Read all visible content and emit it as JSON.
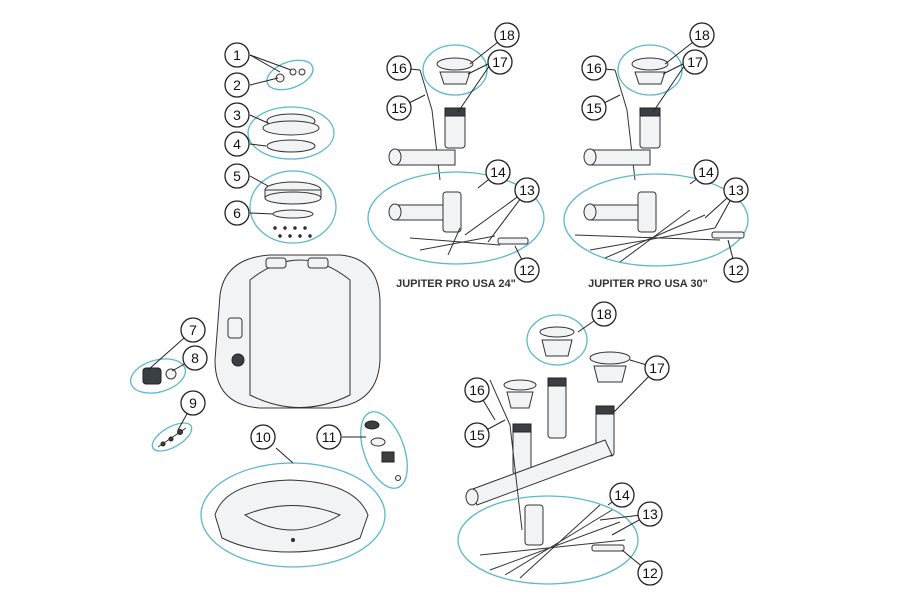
{
  "diagram": {
    "titles": {
      "config_24": "JUPITER PRO USA 24\"",
      "config_30": "JUPITER PRO USA 30\""
    },
    "callouts": {
      "c1": "1",
      "c2": "2",
      "c3": "3",
      "c4": "4",
      "c5": "5",
      "c6": "6",
      "c7": "7",
      "c8": "8",
      "c9": "9",
      "c10": "10",
      "c11": "11",
      "a12": "12",
      "a13": "13",
      "a14": "14",
      "a15": "15",
      "a16": "16",
      "a17": "17",
      "a18": "18",
      "b12": "12",
      "b13": "13",
      "b14": "14",
      "b15": "15",
      "b16": "16",
      "b17": "17",
      "b18": "18",
      "d12": "12",
      "d13": "13",
      "d14": "14",
      "d15": "15",
      "d16": "16",
      "d17": "17",
      "d18": "18"
    },
    "colors": {
      "group_outline": "#5bb8cf",
      "line": "#222222"
    }
  }
}
